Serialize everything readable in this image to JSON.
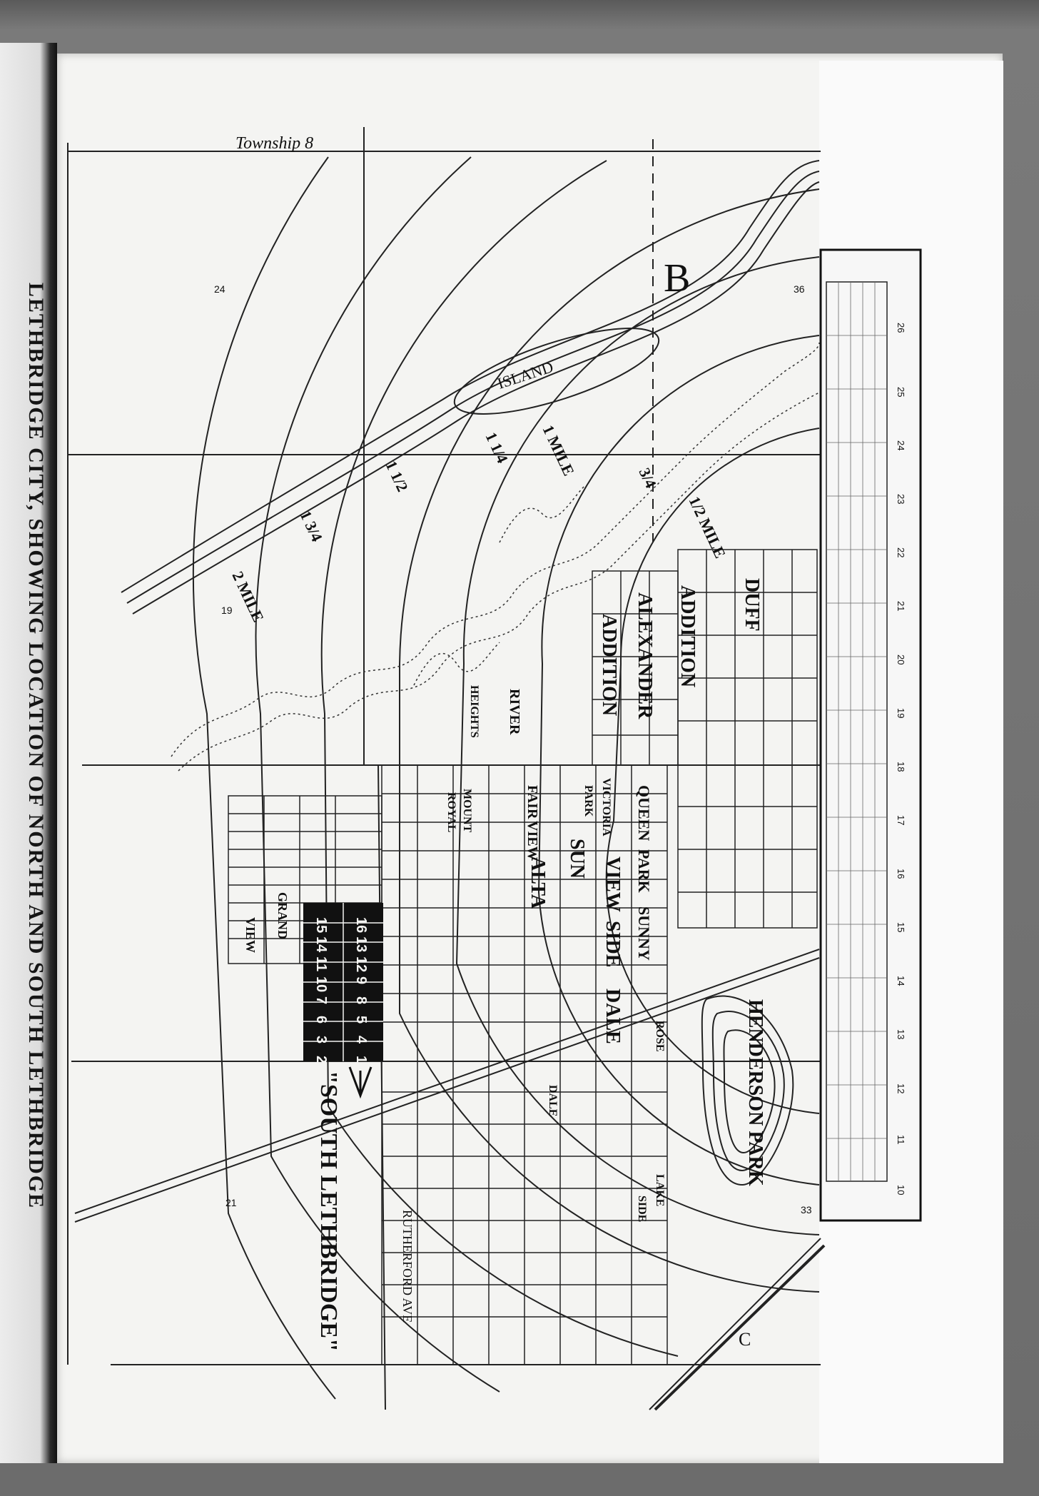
{
  "caption": "LETHBRIDGE CITY, SHOWING LOCATION OF NORTH AND SOUTH LETHBRIDGE",
  "township": "Township 8",
  "section_letter": "B",
  "island": "ISLAND",
  "distance_rings": [
    "1/2 MILE",
    "3/4",
    "1 MILE",
    "1 1/4",
    "1 1/2",
    "1 3/4",
    "2 MILE"
  ],
  "section_numbers": [
    "24",
    "19",
    "36",
    "21",
    "33"
  ],
  "additions": [
    "ALEXANDER",
    "ADDITION",
    "DUFF",
    "ADDITION",
    "FAIR",
    "VIEW",
    "ALTA",
    "SUN",
    "VIEW",
    "SIDE",
    "DALE",
    "QUEEN",
    "PARK",
    "SUNNY",
    "VICTORIA",
    "PARK",
    "MOUNT",
    "ROYAL",
    "RIVER",
    "HEIGHTS",
    "GRAND",
    "VIEW",
    "ROSE",
    "DALE",
    "LAKE",
    "SIDE"
  ],
  "streets": [
    "RUTHERFORD AVE"
  ],
  "park": "HENDERSON PARK",
  "south_lethbridge": "\"SOUTH LETHBRIDGE\"",
  "south_lots": [
    "16",
    "13",
    "12",
    "9",
    "8",
    "5",
    "4",
    "1",
    "15",
    "14",
    "11",
    "10",
    "7",
    "6",
    "3",
    "2"
  ],
  "grid_scale": [
    "10",
    "11",
    "12",
    "13",
    "14",
    "15",
    "16",
    "17",
    "18",
    "19",
    "20",
    "21",
    "22",
    "23",
    "24",
    "25",
    "26"
  ],
  "rail_label": "C"
}
